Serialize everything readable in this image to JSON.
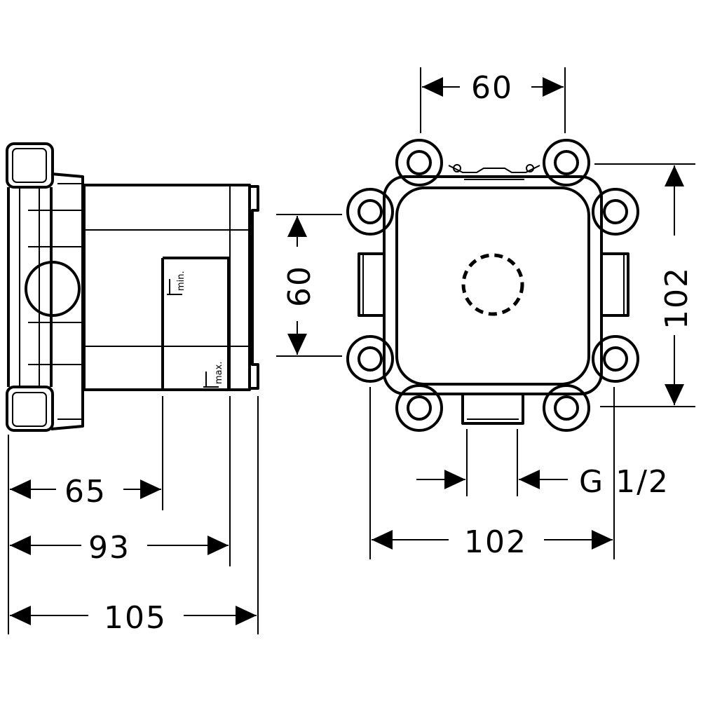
{
  "side_view": {
    "labels": {
      "min": "min.",
      "max": "max."
    },
    "dimensions": {
      "d65": "65",
      "d93": "93",
      "d105": "105"
    }
  },
  "front_view": {
    "dimensions": {
      "top_width": "60",
      "left_height": "60",
      "right_height": "102",
      "bottom_width": "102",
      "thread": "G 1/2"
    }
  }
}
